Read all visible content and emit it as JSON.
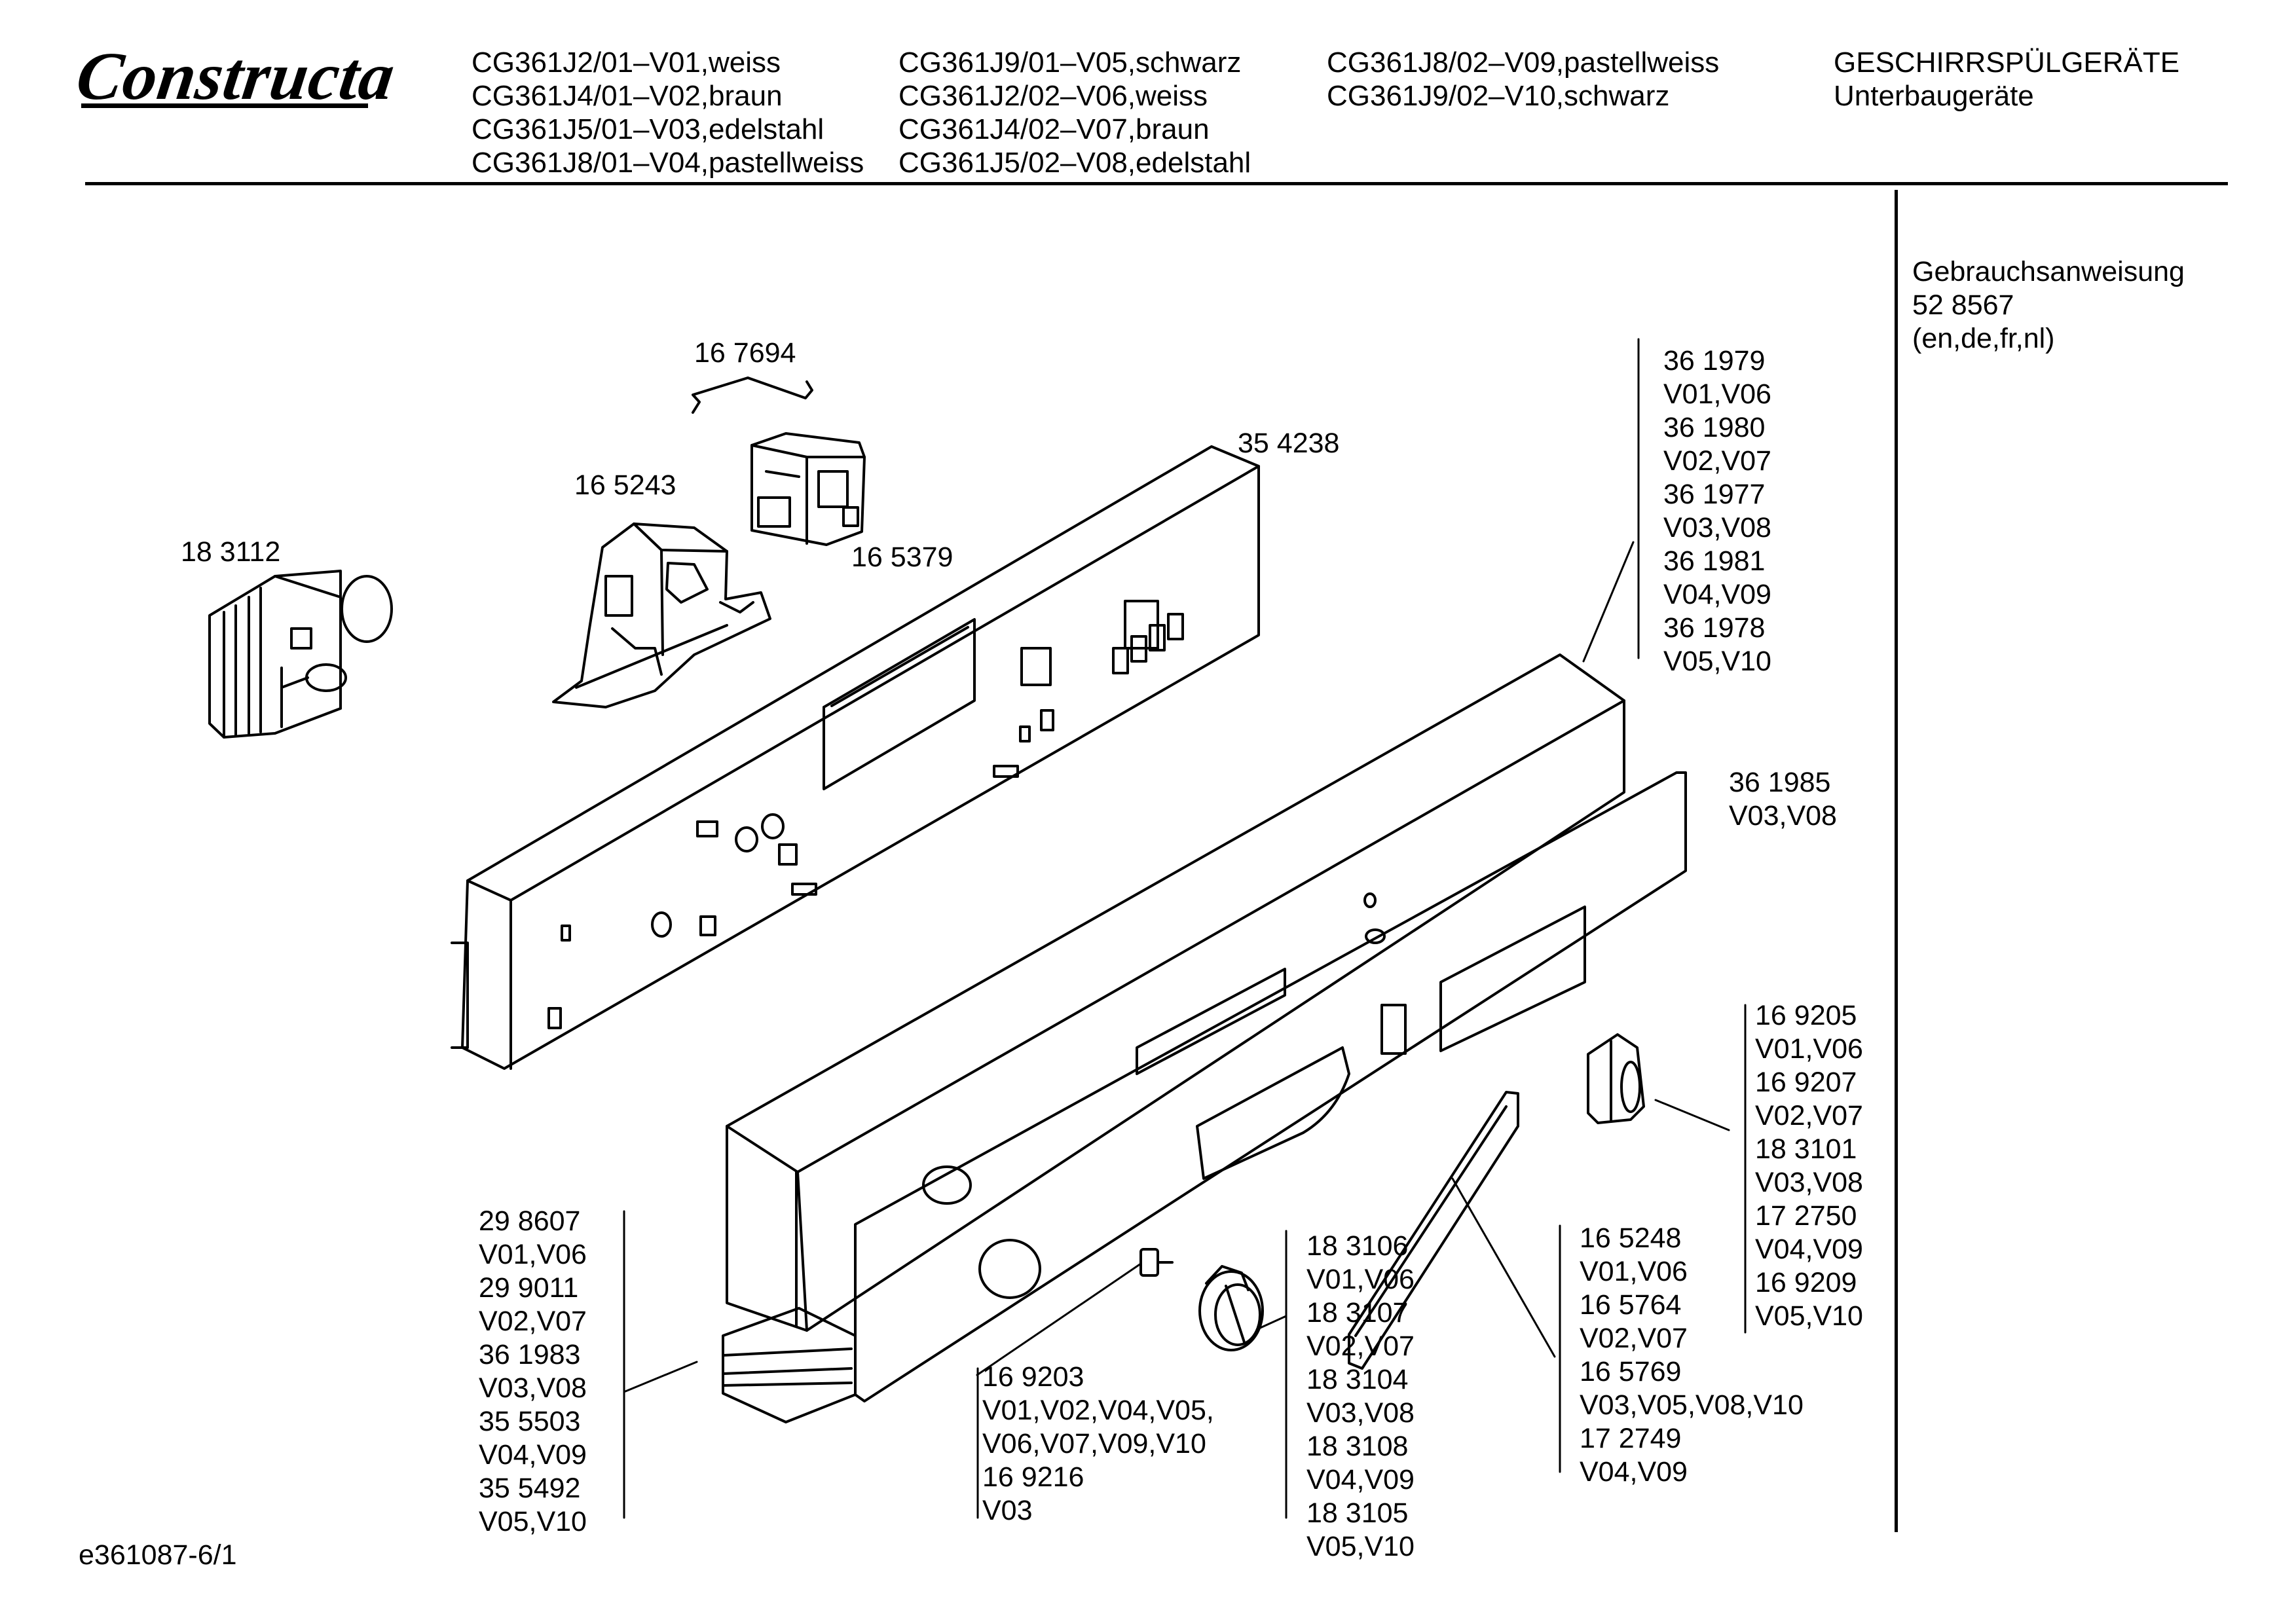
{
  "header": {
    "brand": "Constructa",
    "model_columns": [
      [
        "CG361J2/01–V01,weiss",
        "CG361J4/01–V02,braun",
        "CG361J5/01–V03,edelstahl",
        "CG361J8/01–V04,pastellweiss"
      ],
      [
        "CG361J9/01–V05,schwarz",
        "CG361J2/02–V06,weiss",
        "CG361J4/02–V07,braun",
        "CG361J5/02–V08,edelstahl"
      ],
      [
        "CG361J8/02–V09,pastellweiss",
        "CG361J9/02–V10,schwarz"
      ]
    ],
    "category": "GESCHIRRSPÜLGERÄTE",
    "subcategory": "Unterbaugeräte"
  },
  "sidebar": {
    "lines": [
      "Gebrauchsanweisung",
      "52 8567",
      "(en,de,fr,nl)"
    ]
  },
  "parts": {
    "p167694": "16 7694",
    "p165243": "16 5243",
    "p165379": "16 5379",
    "p354238": "35 4238",
    "p183112": "18 3112",
    "panel_variants": [
      "36 1979",
      "V01,V06",
      "36 1980",
      "V02,V07",
      "36 1977",
      "V03,V08",
      "36 1981",
      "V04,V09",
      "36 1978",
      "V05,V10"
    ],
    "front_panel": [
      "36 1985",
      "V03,V08"
    ],
    "button_variants": [
      "16 9205",
      "V01,V06",
      "16 9207",
      "V02,V07",
      "18 3101",
      "V03,V08",
      "17 2750",
      "V04,V09",
      "16 9209",
      "V05,V10"
    ],
    "insulation_variants": [
      "29 8607",
      "V01,V06",
      "29 9011",
      "V02,V07",
      "36 1983",
      "V03,V08",
      "35 5503",
      "V04,V09",
      "35 5492",
      "V05,V10"
    ],
    "screw_variants": [
      "16 9203",
      "V01,V02,V04,V05,",
      "V06,V07,V09,V10",
      "16 9216",
      "V03"
    ],
    "knob_variants": [
      "18 3106",
      "V01,V06",
      "18 3107",
      "V02,V07",
      "18 3104",
      "V03,V08",
      "18 3108",
      "V04,V09",
      "18 3105",
      "V05,V10"
    ],
    "strip_variants": [
      "16 5248",
      "V01,V06",
      "16 5764",
      "V02,V07",
      "16 5769",
      "V03,V05,V08,V10",
      "17 2749",
      "V04,V09"
    ]
  },
  "footer": {
    "doc_id": "e361087-6/1"
  }
}
